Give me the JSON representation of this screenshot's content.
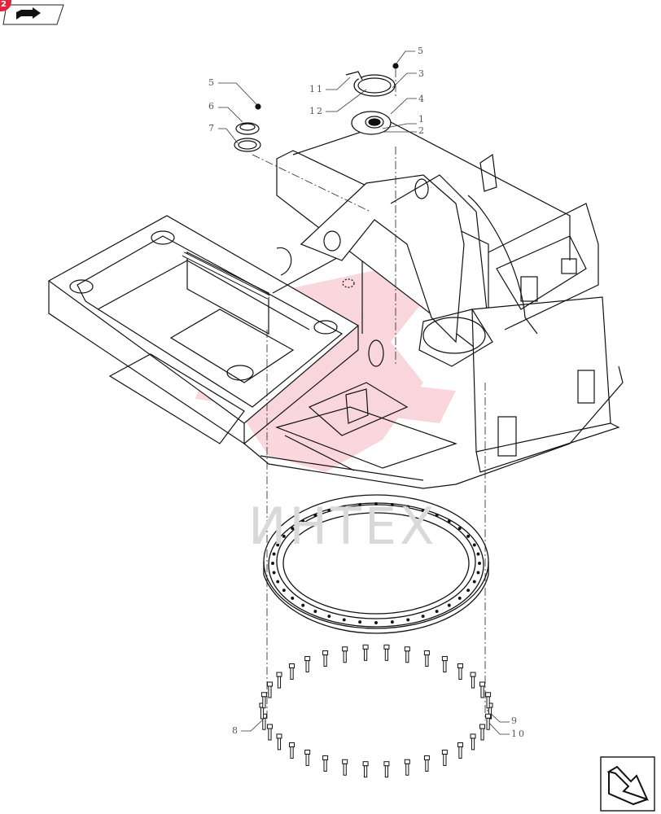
{
  "header": {
    "badge_text": "2",
    "nav_icon": "return-arrow-icon"
  },
  "watermark": {
    "text": "ИНТЕХ",
    "color": "#e3243b"
  },
  "callouts": [
    {
      "id": "c5a",
      "label": "5"
    },
    {
      "id": "c11",
      "label": "11"
    },
    {
      "id": "c3",
      "label": "3"
    },
    {
      "id": "c12",
      "label": "12"
    },
    {
      "id": "c4",
      "label": "4"
    },
    {
      "id": "c1",
      "label": "1"
    },
    {
      "id": "c2",
      "label": "2"
    },
    {
      "id": "c5b",
      "label": "5"
    },
    {
      "id": "c6",
      "label": "6"
    },
    {
      "id": "c7",
      "label": "7"
    },
    {
      "id": "c8",
      "label": "8"
    },
    {
      "id": "c9",
      "label": "9"
    },
    {
      "id": "c10",
      "label": "10"
    }
  ],
  "footer": {
    "nav_icon": "forward-arrow-icon"
  }
}
